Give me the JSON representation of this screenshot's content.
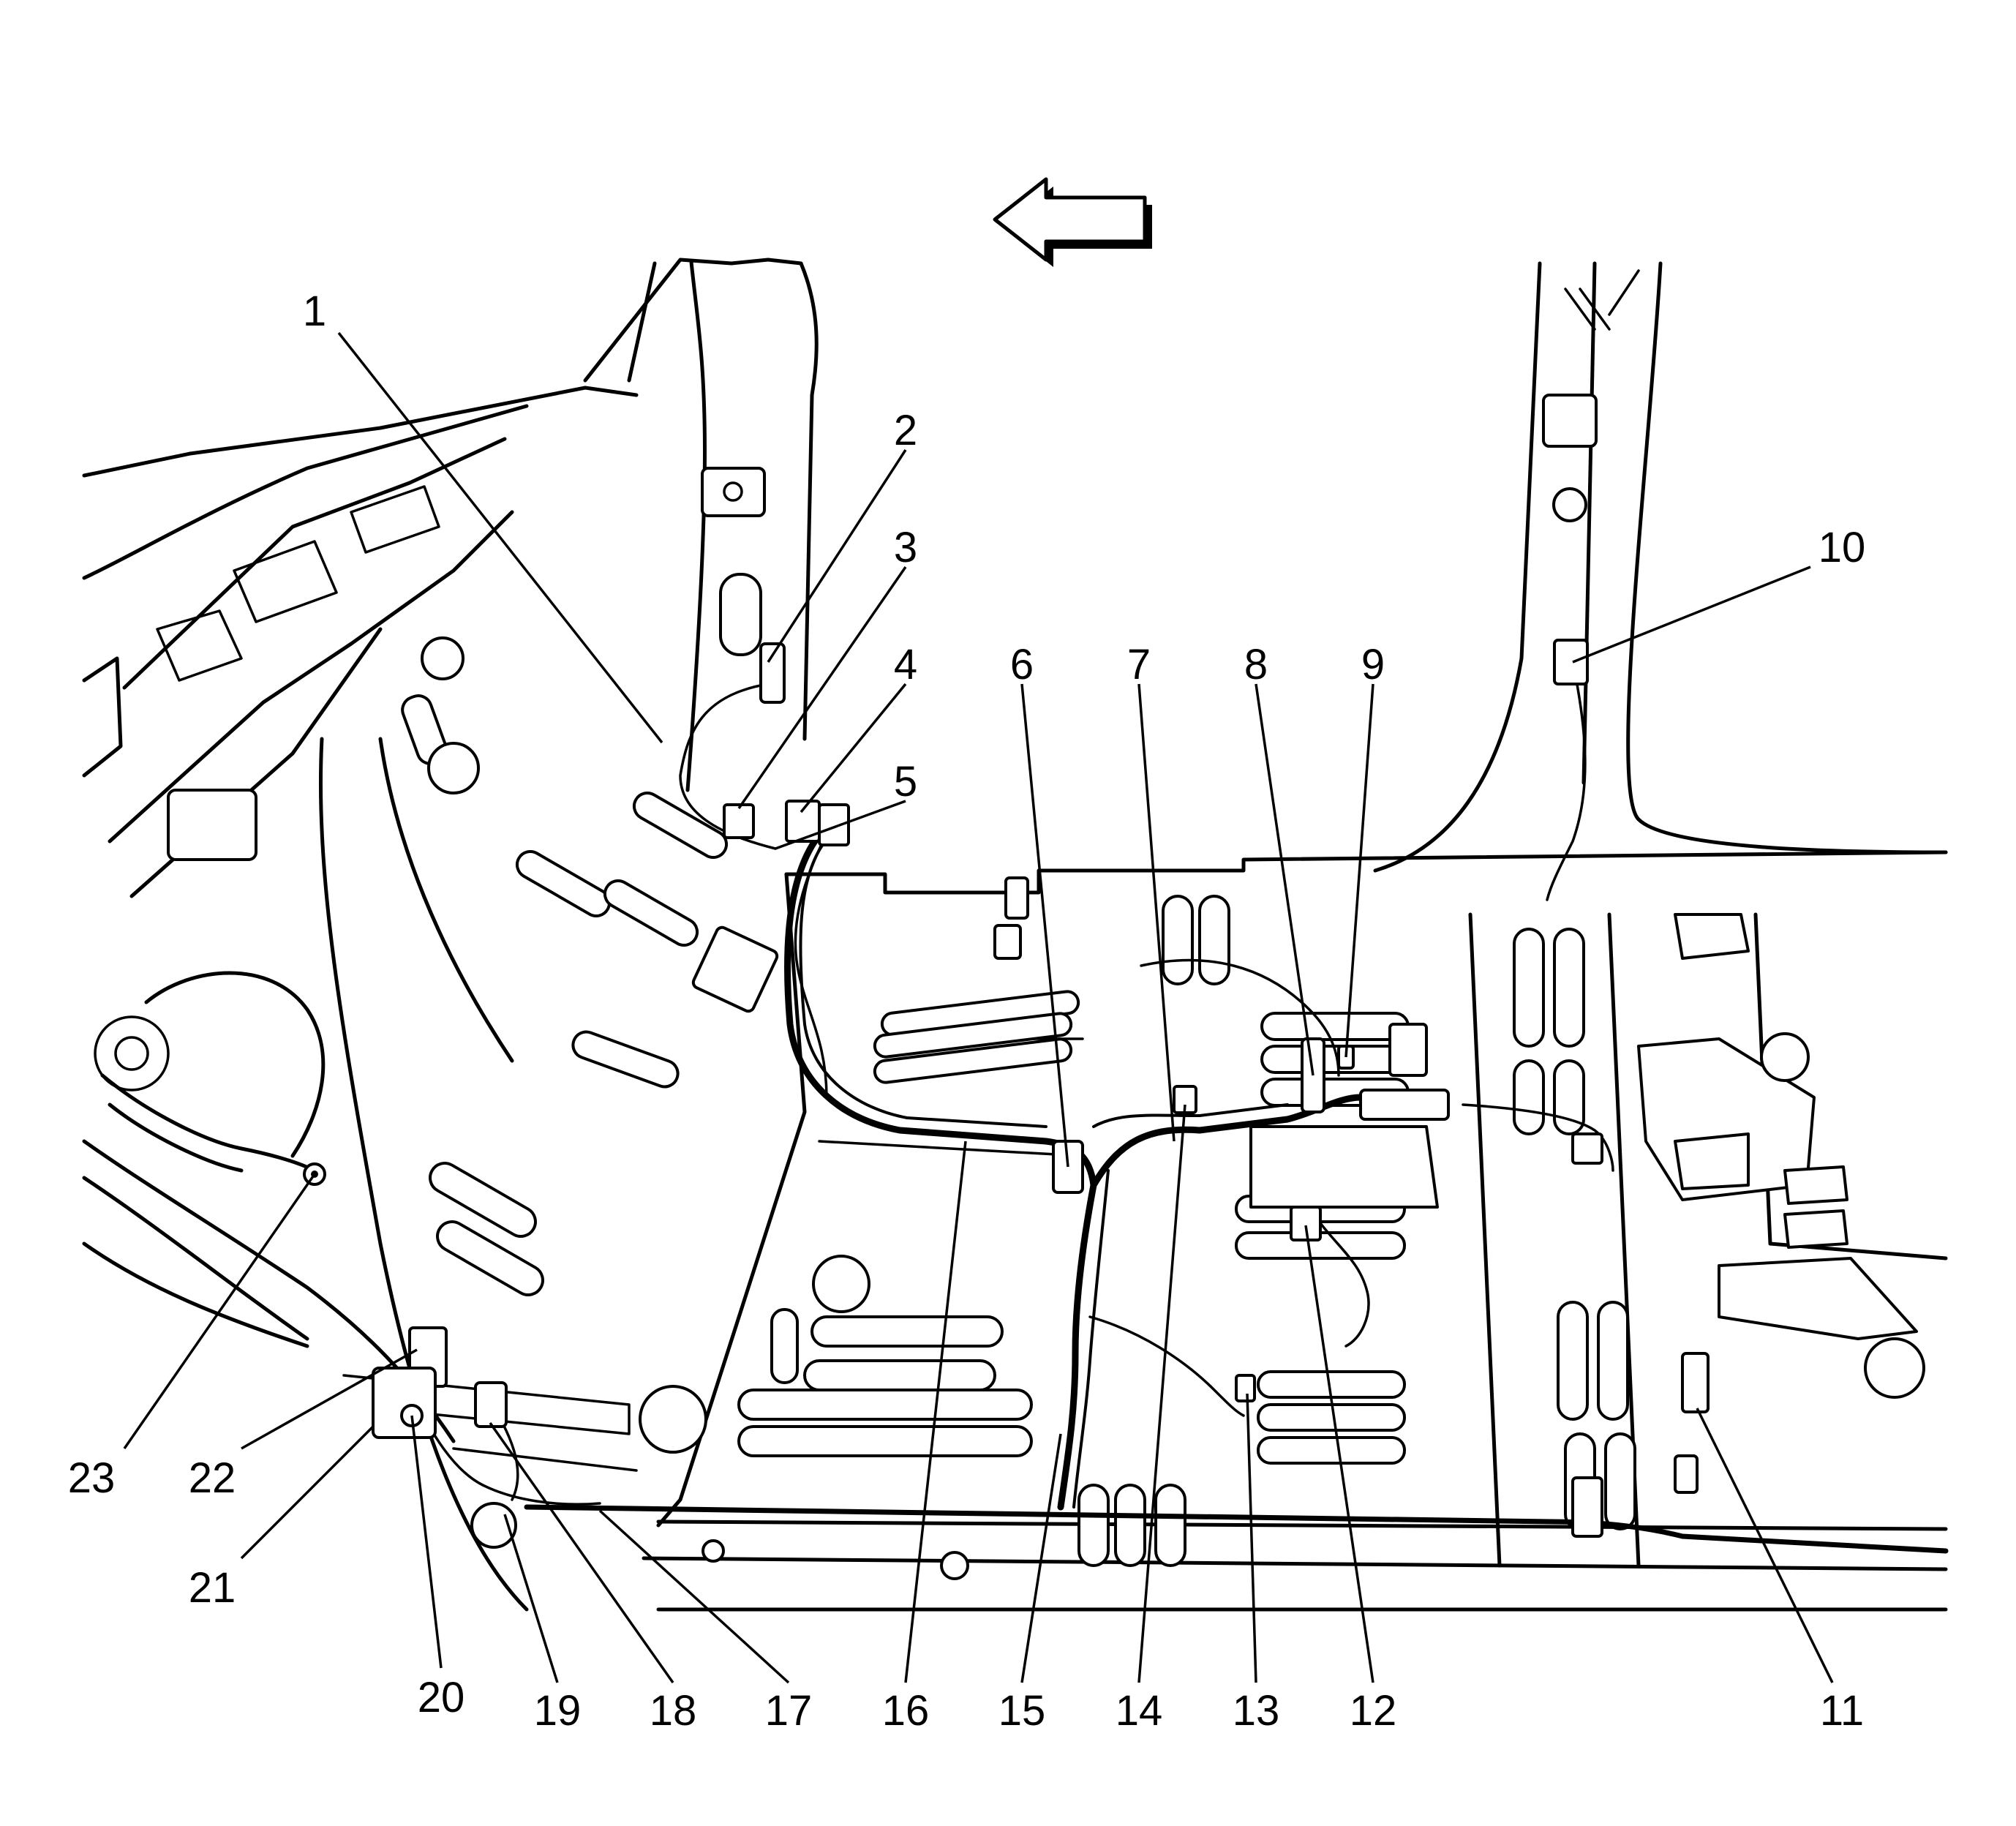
{
  "diagram": {
    "direction_arrow": {
      "icon": "left-arrow-icon",
      "points_to": "left"
    },
    "callouts": [
      {
        "id": "1",
        "text": "1"
      },
      {
        "id": "2",
        "text": "2"
      },
      {
        "id": "3",
        "text": "3"
      },
      {
        "id": "4",
        "text": "4"
      },
      {
        "id": "5",
        "text": "5"
      },
      {
        "id": "6",
        "text": "6"
      },
      {
        "id": "7",
        "text": "7"
      },
      {
        "id": "8",
        "text": "8"
      },
      {
        "id": "9",
        "text": "9"
      },
      {
        "id": "10",
        "text": "10"
      },
      {
        "id": "11",
        "text": "11"
      },
      {
        "id": "12",
        "text": "12"
      },
      {
        "id": "13",
        "text": "13"
      },
      {
        "id": "14",
        "text": "14"
      },
      {
        "id": "15",
        "text": "15"
      },
      {
        "id": "16",
        "text": "16"
      },
      {
        "id": "17",
        "text": "17"
      },
      {
        "id": "18",
        "text": "18"
      },
      {
        "id": "19",
        "text": "19"
      },
      {
        "id": "20",
        "text": "20"
      },
      {
        "id": "21",
        "text": "21"
      },
      {
        "id": "22",
        "text": "22"
      },
      {
        "id": "23",
        "text": "23"
      }
    ]
  }
}
